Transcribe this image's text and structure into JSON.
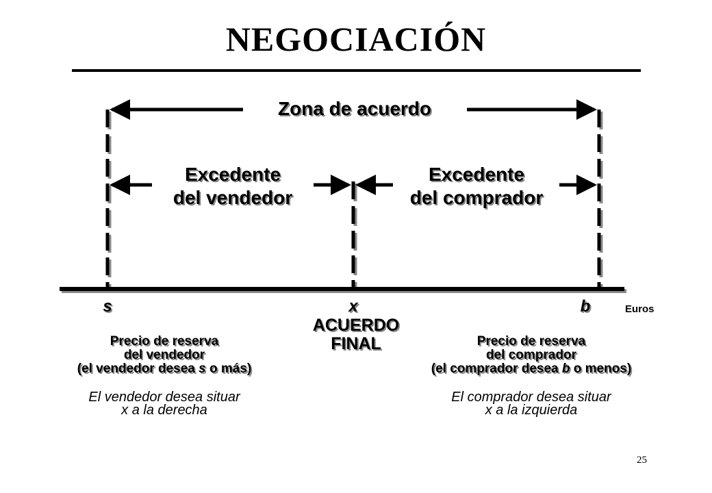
{
  "title": "NEGOCIACIÓN",
  "zone_label": "Zona de acuerdo",
  "seller_surplus": {
    "line1": "Excedente",
    "line2": "del vendedor"
  },
  "buyer_surplus": {
    "line1": "Excedente",
    "line2": "del comprador"
  },
  "axis": {
    "s": "s",
    "x": "x",
    "b": "b",
    "unit": "Euros"
  },
  "agreement": {
    "line1": "ACUERDO",
    "line2": "FINAL"
  },
  "seller_reserve": {
    "line1": "Precio de reserva",
    "line2": "del vendedor",
    "line3_pre": "(el vendedor desea ",
    "line3_var": "s",
    "line3_post": " o más)",
    "wish1": "El vendedor desea situar",
    "wish2": "x a la derecha"
  },
  "buyer_reserve": {
    "line1": "Precio de reserva",
    "line2": "del comprador",
    "line3_pre": "(el comprador desea ",
    "line3_var": "b",
    "line3_post": " o menos)",
    "wish1": "El comprador desea situar",
    "wish2": "x a la izquierda"
  },
  "page_number": "25"
}
